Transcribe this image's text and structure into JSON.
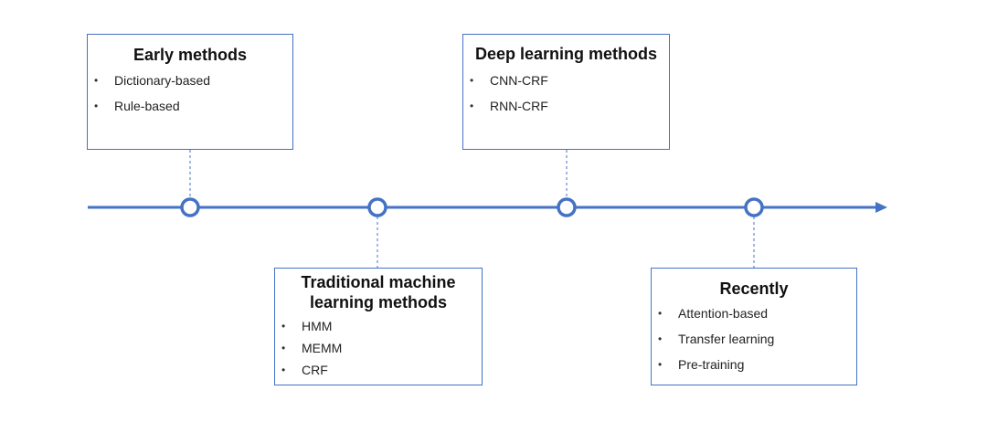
{
  "colors": {
    "line": "#4472c4",
    "box_border": "#4472c4",
    "node_fill": "#ffffff"
  },
  "boxes": {
    "early": {
      "title": "Early methods",
      "items": [
        "Dictionary-based",
        "Rule-based"
      ]
    },
    "deep": {
      "title": "Deep learning methods",
      "items": [
        "CNN-CRF",
        "RNN-CRF"
      ]
    },
    "traditional": {
      "title": "Traditional machine\nlearning methods",
      "items": [
        "HMM",
        "MEMM",
        "CRF"
      ]
    },
    "recently": {
      "title": "Recently",
      "items": [
        "Attention-based",
        "Transfer learning",
        "Pre-training"
      ]
    }
  },
  "bullet_glyph": "•"
}
